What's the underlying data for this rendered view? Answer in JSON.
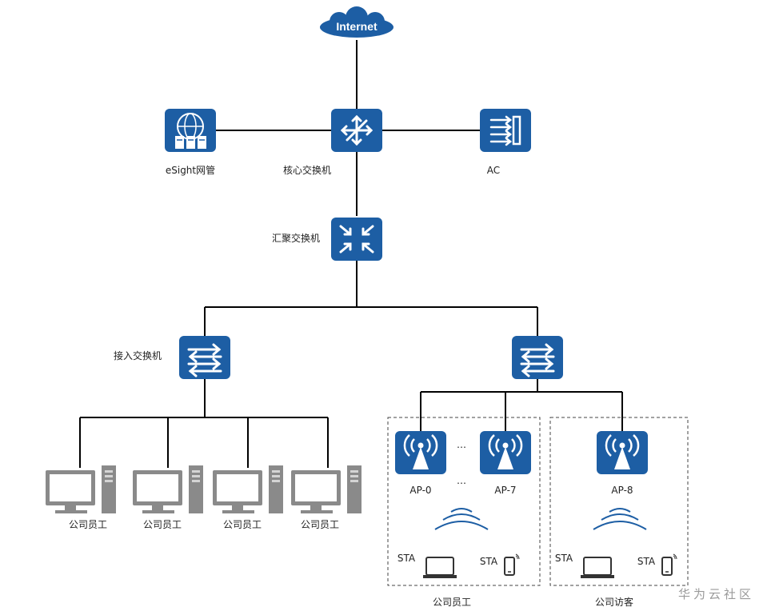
{
  "internet_label": "Internet",
  "nodes": {
    "esight": "eSight网管",
    "core": "核心交换机",
    "ac": "AC",
    "aggregation": "汇聚交换机",
    "access": "接入交换机"
  },
  "pcs": [
    "公司员工",
    "公司员工",
    "公司员工",
    "公司员工"
  ],
  "aps": [
    "AP-0",
    "AP-7",
    "AP-8"
  ],
  "ellipsis": "…",
  "sta": "STA",
  "groups": [
    "公司员工",
    "公司访客"
  ],
  "watermark": "华为云社区",
  "colors": {
    "icon": "#1d5ea4",
    "line": "#000000",
    "wave": "#1d5ea4"
  }
}
